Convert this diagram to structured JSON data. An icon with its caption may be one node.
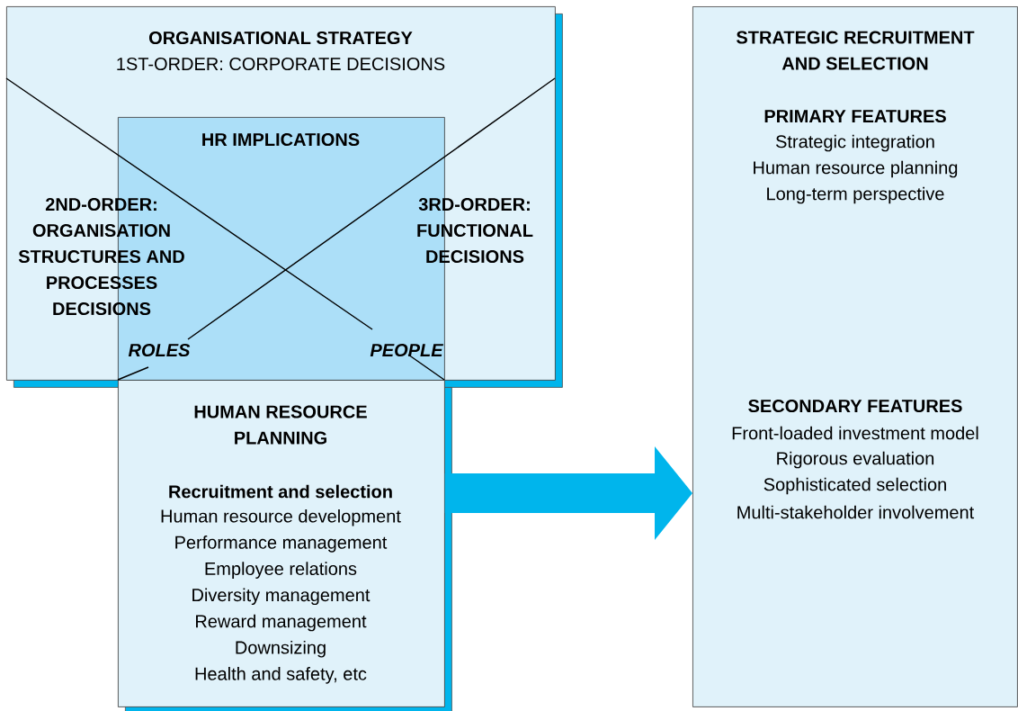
{
  "diagram": {
    "nodes": [
      {
        "text": [
          "ORGANISATIONAL STRATEGY",
          "1ST-ORDER: CORPORATE DECISIONS",
          "2ND-ORDER: ORGANISATION STRUCTURES AND PROCESSES DECISIONS",
          "3RD-ORDER: FUNCTIONAL DECISIONS"
        ]
      },
      {
        "text": [
          "HR IMPLICATIONS",
          "ROLES",
          "PEOPLE"
        ],
        "in": 0
      },
      {
        "text": [
          "HUMAN RESOURCE PLANNING",
          "Recruitment and selection",
          "Human resource development",
          "Performance management",
          "Employee relations",
          "Diversity management",
          "Reward management",
          "Downsizing",
          "Health and safety, etc"
        ]
      },
      {
        "text": [
          "STRATEGIC RECRUITMENT AND SELECTION",
          "PRIMARY FEATURES",
          "Strategic integration",
          "Human resource planning",
          "Long-term perspective",
          "SECONDARY FEATURES",
          "Front-loaded investment model",
          "Rigorous evaluation",
          "Sophisticated selection",
          "Multi-stakeholder involvement"
        ]
      }
    ],
    "edges": [
      {
        "from": 2,
        "to": 3,
        "arrow": "to"
      }
    ]
  }
}
